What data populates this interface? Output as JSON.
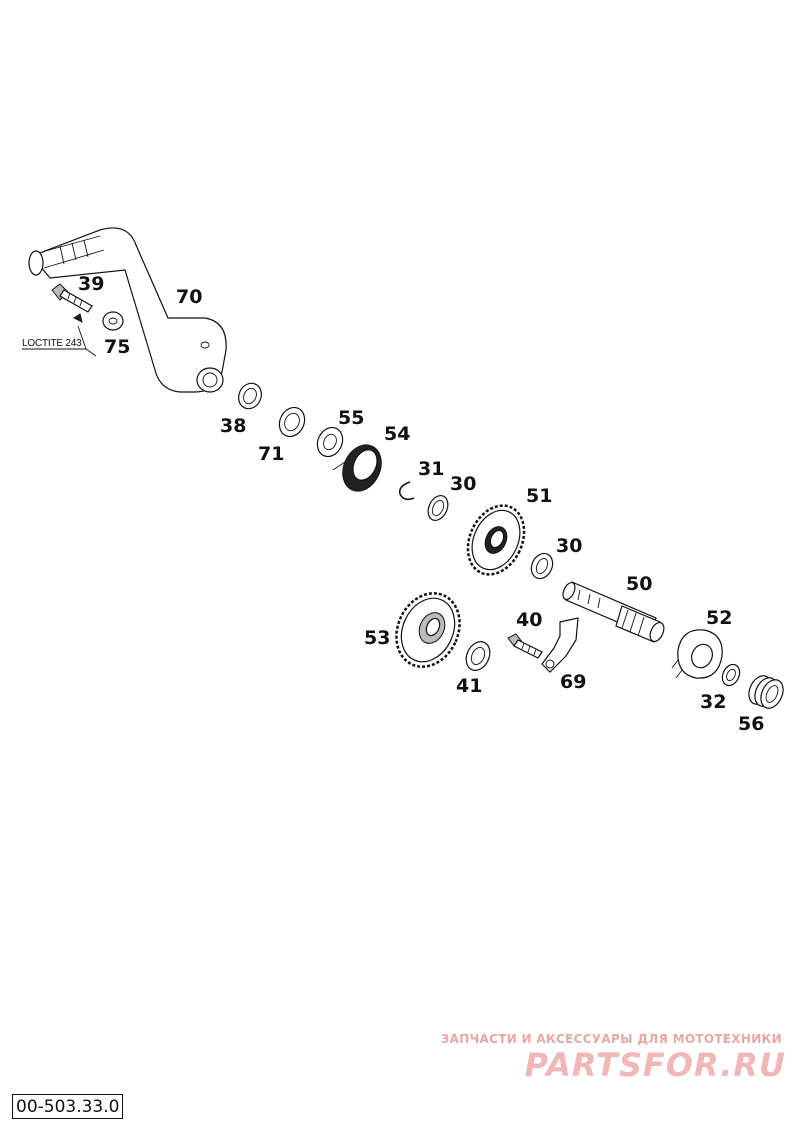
{
  "diagram": {
    "parts": [
      {
        "label": "70",
        "name": "kick-starter-lever"
      },
      {
        "label": "39",
        "name": "bolt"
      },
      {
        "label": "75",
        "name": "washer"
      },
      {
        "label": "38",
        "name": "seal-ring"
      },
      {
        "label": "71",
        "name": "bushing"
      },
      {
        "label": "55",
        "name": "spring-guide"
      },
      {
        "label": "54",
        "name": "kick-spring"
      },
      {
        "label": "31",
        "name": "circlip"
      },
      {
        "label": "30",
        "name": "thrust-washer"
      },
      {
        "label": "51",
        "name": "kick-gear"
      },
      {
        "label": "30",
        "name": "thrust-washer-2"
      },
      {
        "label": "50",
        "name": "kick-shaft"
      },
      {
        "label": "52",
        "name": "ratchet"
      },
      {
        "label": "32",
        "name": "washer-small"
      },
      {
        "label": "56",
        "name": "ratchet-spring"
      },
      {
        "label": "53",
        "name": "intermediate-gear"
      },
      {
        "label": "41",
        "name": "washer-large"
      },
      {
        "label": "40",
        "name": "screw"
      },
      {
        "label": "69",
        "name": "stop-plate"
      }
    ],
    "loctite_note": "LOCTITE 243"
  },
  "footer": {
    "doc_code": "00-503.33.0"
  },
  "watermark": {
    "tagline": "ЗАПЧАСТИ И АКСЕССУАРЫ ДЛЯ МОТОТЕХНИКИ",
    "brand": "PARTSFOR.RU"
  }
}
